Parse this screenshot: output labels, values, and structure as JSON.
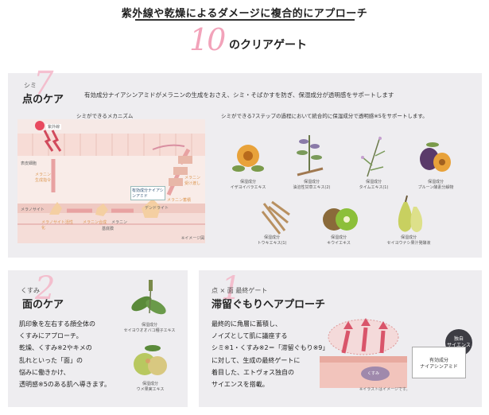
{
  "header": {
    "title1": "紫外線や乾燥によるダメージに複合的にアプローチ",
    "big_number": "10",
    "title2": "のクリアゲート"
  },
  "section1": {
    "sub": "シミ",
    "num": "7",
    "title": "点のケア",
    "description": "有効成分ナイアシンアミドがメラニンの生成をおさえ、シミ・そばかすを防ぎ、保湿成分が透明感をサポートします",
    "mechanism_title": "シミができるメカニズム",
    "steps_title": "シミができる7ステップの過程において統合的に保湿成分で透明感※5をサポートします。",
    "diagram_labels": {
      "uv": "紫外線",
      "cell": "表皮細胞",
      "signal": "メラニン生成指令",
      "melanocyte": "メラノサイト",
      "activate": "メラノサイト活性化",
      "synth": "メラニン合成",
      "melanin": "メラニン",
      "dendrite": "デンドライト",
      "active": "有効成分ナイアシンアミド",
      "transfer": "メラニン受け渡し",
      "accum": "メラニン蓄積",
      "basal": "基底膜",
      "image_note": "※イメージ図"
    },
    "plants": [
      {
        "label1": "保湿成分",
        "label2": "イザヨイバラエキス"
      },
      {
        "label1": "保湿成分",
        "label2": "油溶性甘草エキス(2)"
      },
      {
        "label1": "保湿成分",
        "label2": "タイムエキス(1)"
      },
      {
        "label1": "保湿成分",
        "label2": "プルーン酵素分解物"
      },
      {
        "label1": "保湿成分",
        "label2": "トウキエキス(1)"
      },
      {
        "label1": "保湿成分",
        "label2": "キウイエキス"
      },
      {
        "label1": "保湿成分",
        "label2": "セイヨウナシ果汁発酵液"
      }
    ]
  },
  "section2": {
    "sub": "くすみ",
    "num": "2",
    "title": "面のケア",
    "body": [
      "肌印象を左右する顔全体の",
      "くすみにアプローチ。",
      "乾燥、くすみ※2やキメの",
      "乱れといった「面」の",
      "悩みに働きかけ、",
      "透明感※5のある肌へ導きます。"
    ],
    "plants": [
      {
        "label1": "保湿成分",
        "label2": "セイヨウオオバコ種子エキス"
      },
      {
        "label1": "保湿成分",
        "label2": "ウメ果実エキス"
      }
    ]
  },
  "section3": {
    "sub": "点 × 面  最終ゲート",
    "num": "1",
    "title": "滞留ぐもりへアプローチ",
    "body": [
      "最終的に角層に蓄積し、",
      "ノイズとして肌に議座する",
      "シミ※1・くすみ※2＝「滞留ぐもり※9」",
      "に対して、生成の最終ゲートに",
      "着目した、エトヴォス独自の",
      "サイエンスを搭載。"
    ],
    "badge": "独自\nサイエンス",
    "box_label1": "有効成分",
    "box_label2": "ナイアシンアミド",
    "kusumi": "くすみ",
    "illust_note": "※イラストはイメージです。"
  },
  "colors": {
    "pink": "#f2a3ba",
    "panel": "#eeedf0",
    "badge": "#3d3d44"
  }
}
